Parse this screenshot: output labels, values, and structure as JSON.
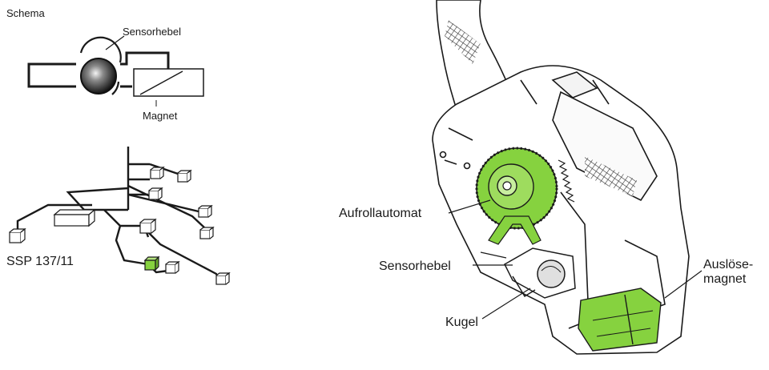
{
  "schematic": {
    "title": "Schema",
    "sensor_label": "Sensorhebel",
    "magnet_label": "Magnet"
  },
  "wiring": {
    "caption": "SSP 137/11"
  },
  "illustration": {
    "labels": {
      "retractor": "Aufrollautomat",
      "sensor_lever": "Sensorhebel",
      "ball": "Kugel",
      "release_magnet": "Auslöse-\nmagnet"
    }
  },
  "colors": {
    "highlight_green": "#86d23f",
    "line": "#1a1a1a"
  }
}
